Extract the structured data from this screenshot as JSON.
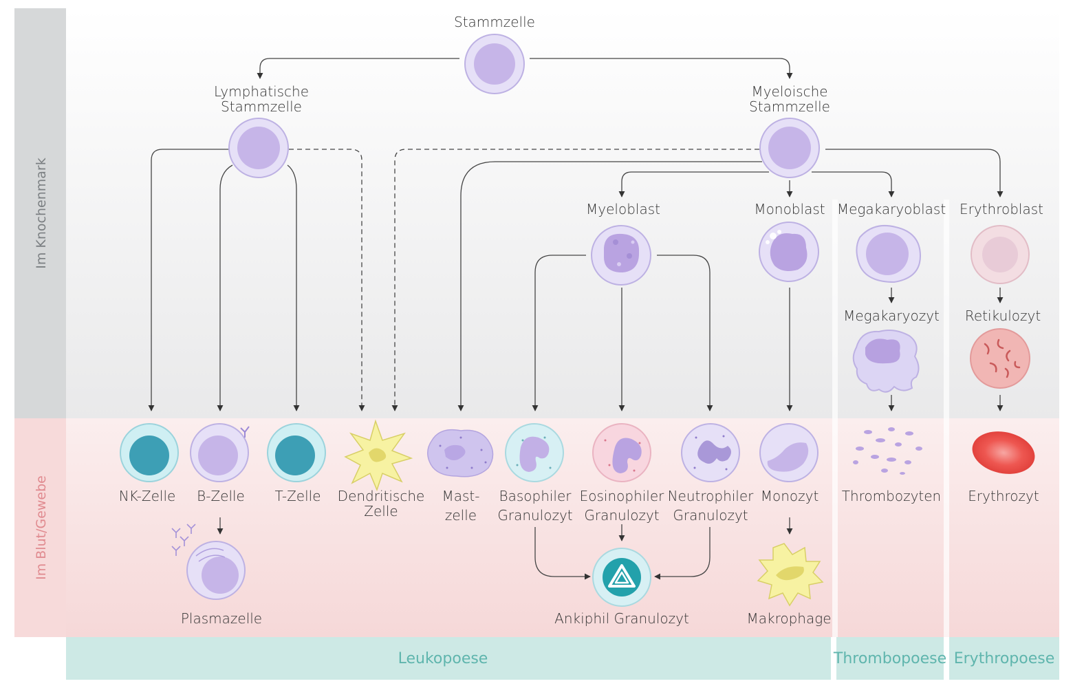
{
  "zones": {
    "bone_marrow": "Im Knochenmark",
    "blood_tissue": "Im Blut/Gewebe"
  },
  "footer": {
    "leukopoiesis": "Leukopoese",
    "thrombopoiesis": "Thrombopoese",
    "erythropoiesis": "Erythropoese"
  },
  "cells": {
    "stem": "Stammzelle",
    "lymph_stem_1": "Lymphatische",
    "lymph_stem_2": "Stammzelle",
    "myelo_stem_1": "Myeloische",
    "myelo_stem_2": "Stammzelle",
    "myeloblast": "Myeloblast",
    "monoblast": "Monoblast",
    "megakaryoblast": "Megakaryoblast",
    "erythroblast": "Erythroblast",
    "megakaryocyte": "Megakaryozyt",
    "reticulocyte": "Retikulozyt",
    "nk": "NK-Zelle",
    "b": "B-Zelle",
    "t": "T-Zelle",
    "dendritic_1": "Dendritische",
    "dendritic_2": "Zelle",
    "mast_1": "Mast-",
    "mast_2": "zelle",
    "basophil_1": "Basophiler",
    "basophil_2": "Granulozyt",
    "eosinophil_1": "Eosinophiler",
    "eosinophil_2": "Granulozyt",
    "neutrophil_1": "Neutrophiler",
    "neutrophil_2": "Granulozyt",
    "monocyte": "Monozyt",
    "thrombocytes": "Thrombozyten",
    "erythrocyte": "Erythrozyt",
    "plasma": "Plasmazelle",
    "ankiphil": "Ankiphil Granulozyt",
    "macrophage": "Makrophage"
  },
  "colors": {
    "lilac_outer": "#e4def5",
    "lilac_nucleus": "#c4b3e6",
    "teal_nucleus": "#3d9fb5",
    "teal_outer": "#cfeff3",
    "marrow_band": "#d6d8d9",
    "blood_band": "#f7dada",
    "footer_band": "#cde9e5",
    "footer_text": "#5fb5ad"
  }
}
